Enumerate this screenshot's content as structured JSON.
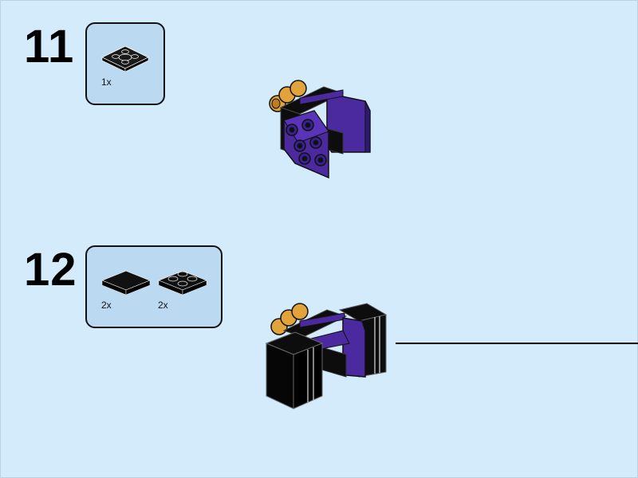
{
  "steps": [
    {
      "number": "11",
      "parts": [
        {
          "icon": "turntable-plate-2x2-icon",
          "quantity": "1x",
          "color": "#1a1a1a"
        }
      ]
    },
    {
      "number": "12",
      "parts": [
        {
          "icon": "tile-2x2-icon",
          "quantity": "2x",
          "color": "#111111"
        },
        {
          "icon": "plate-2x2-icon",
          "quantity": "2x",
          "color": "#111111"
        }
      ]
    }
  ],
  "colors": {
    "background": "#d3ebfa",
    "parts_box": "#bcd9f2",
    "purple_brick": "#4b2aa0",
    "purple_dark": "#2e1a70",
    "black_brick": "#0d0d0d",
    "orange_element": "#e2a33b"
  }
}
